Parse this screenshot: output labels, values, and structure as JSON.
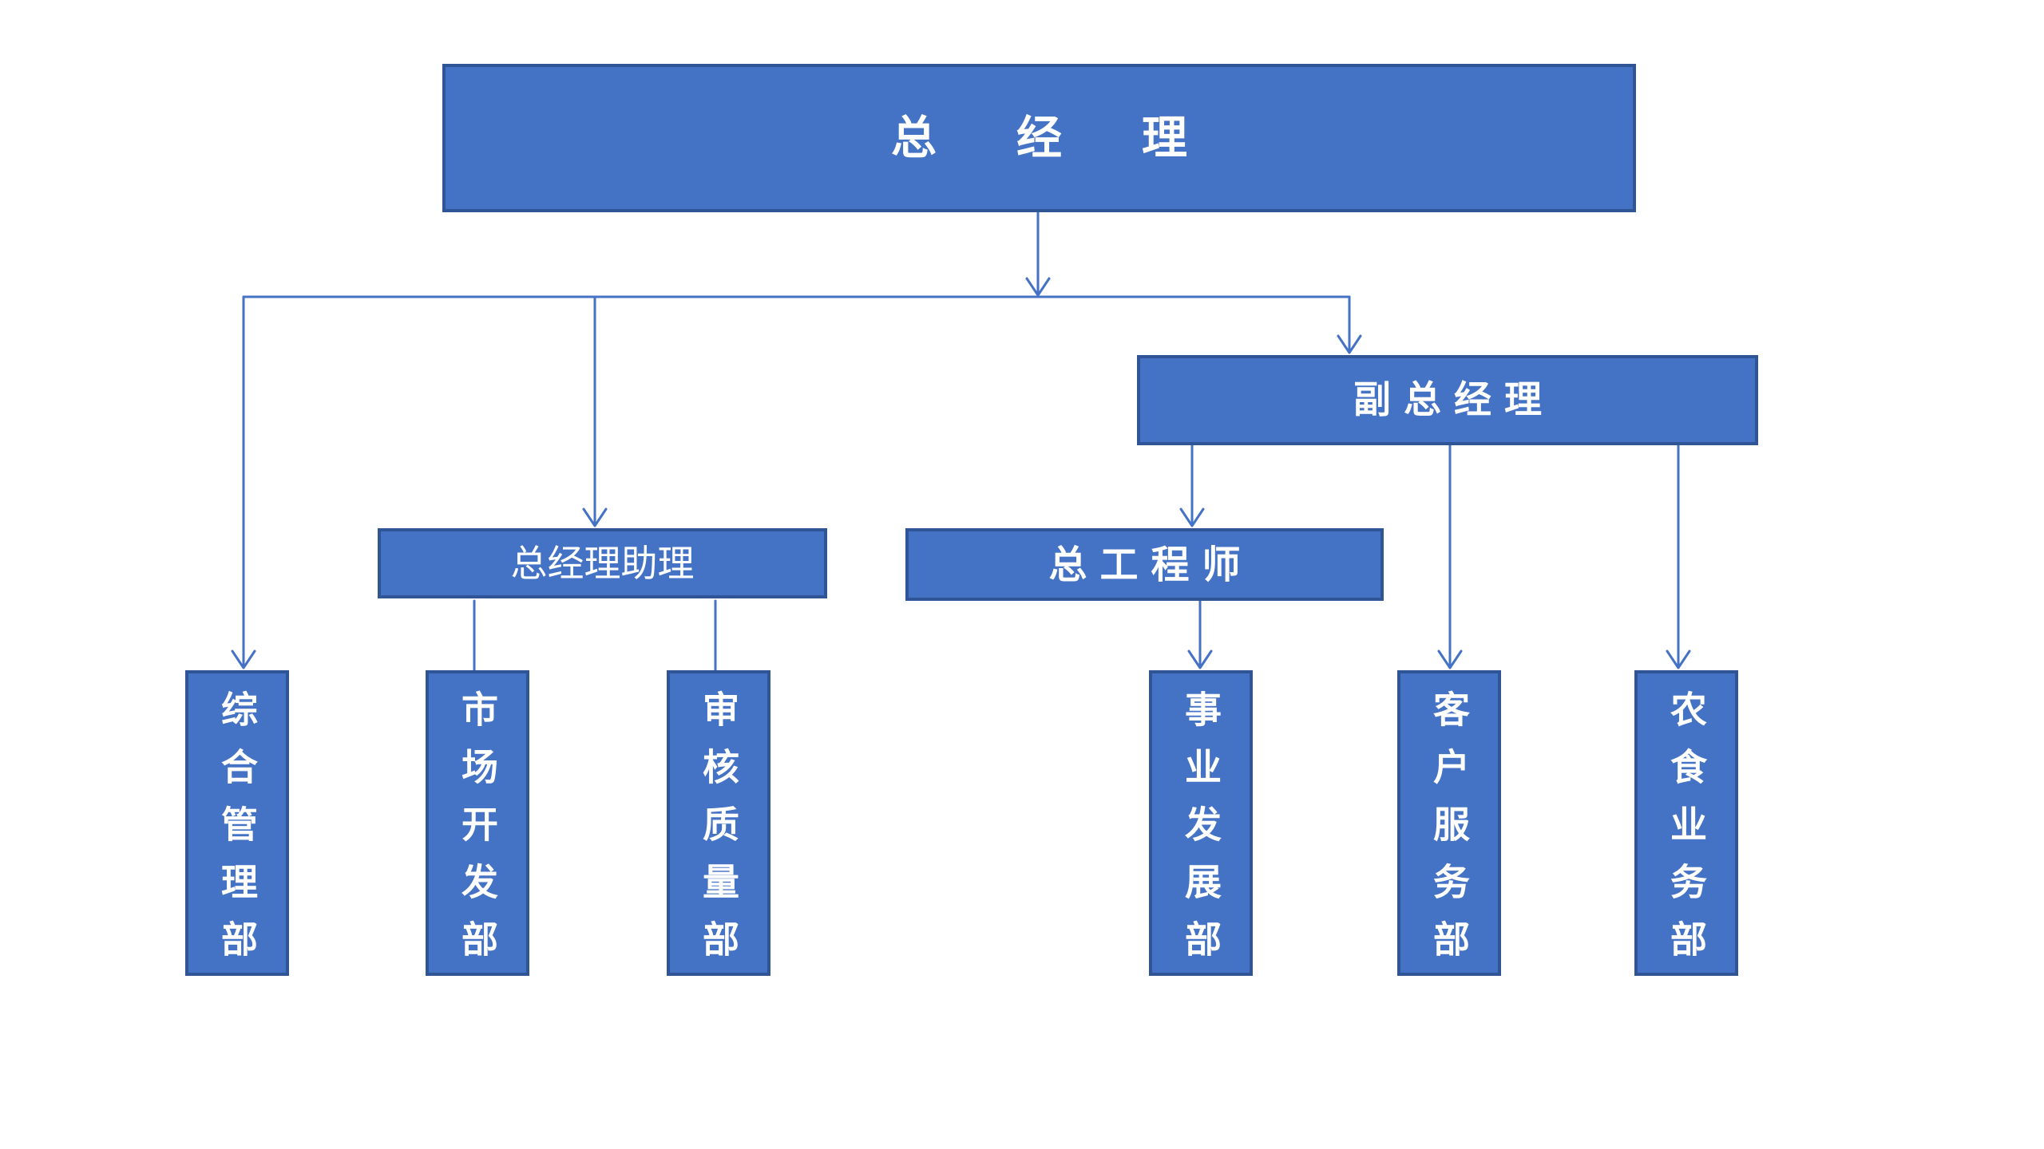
{
  "diagram": {
    "type": "org-chart",
    "colors": {
      "background": "#FFFFFF",
      "node_fill": "#4472C4",
      "node_border": "#2F5597",
      "node_text": "#FFFFFF",
      "connector": "#4472C4"
    },
    "nodes": {
      "general_manager": {
        "label": "总经理",
        "level": 1,
        "text_orientation": "horizontal"
      },
      "deputy_general_manager": {
        "label": "副总经理",
        "level": 2,
        "text_orientation": "horizontal"
      },
      "assistant_general_manager": {
        "label": "总经理助理",
        "level": 3,
        "text_orientation": "horizontal"
      },
      "chief_engineer": {
        "label": "总工程师",
        "level": 3,
        "text_orientation": "horizontal"
      },
      "general_admin_dept": {
        "label": "综合管理部",
        "level": 4,
        "text_orientation": "vertical"
      },
      "market_dev_dept": {
        "label": "市场开发部",
        "level": 4,
        "text_orientation": "vertical"
      },
      "audit_quality_dept": {
        "label": "审核质量部",
        "level": 4,
        "text_orientation": "vertical"
      },
      "business_dev_dept": {
        "label": "事业发展部",
        "level": 4,
        "text_orientation": "vertical"
      },
      "customer_service_dept": {
        "label": "客户服务部",
        "level": 4,
        "text_orientation": "vertical"
      },
      "agri_food_dept": {
        "label": "农食业务部",
        "level": 4,
        "text_orientation": "vertical"
      }
    },
    "edges": [
      {
        "from": "general_manager",
        "to": "general_admin_dept",
        "arrow": true
      },
      {
        "from": "general_manager",
        "to": "assistant_general_manager",
        "arrow": true
      },
      {
        "from": "general_manager",
        "to": "deputy_general_manager",
        "arrow": true
      },
      {
        "from": "assistant_general_manager",
        "to": "market_dev_dept",
        "arrow": false
      },
      {
        "from": "assistant_general_manager",
        "to": "audit_quality_dept",
        "arrow": false
      },
      {
        "from": "deputy_general_manager",
        "to": "chief_engineer",
        "arrow": true
      },
      {
        "from": "deputy_general_manager",
        "to": "customer_service_dept",
        "arrow": true
      },
      {
        "from": "deputy_general_manager",
        "to": "agri_food_dept",
        "arrow": true
      },
      {
        "from": "chief_engineer",
        "to": "business_dev_dept",
        "arrow": true
      }
    ]
  }
}
